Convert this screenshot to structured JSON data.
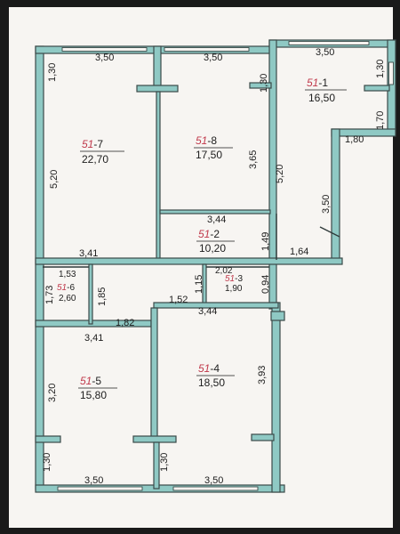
{
  "rooms": [
    {
      "id": "51",
      "num": "-7",
      "area": "22,70"
    },
    {
      "id": "51",
      "num": "-8",
      "area": "17,50"
    },
    {
      "id": "51",
      "num": "-1",
      "area": "16,50"
    },
    {
      "id": "51",
      "num": "-2",
      "area": "10,20"
    },
    {
      "id": "51",
      "num": "-3",
      "area": "1,90"
    },
    {
      "id": "51",
      "num": "-6",
      "area": "2,60"
    },
    {
      "id": "51",
      "num": "-5",
      "area": "15,80"
    },
    {
      "id": "51",
      "num": "-4",
      "area": "18,50"
    }
  ],
  "dimensions": {
    "top_left": "3,50",
    "top_mid": "3,50",
    "top_right": "3,50",
    "left_wall_top": "1,30",
    "mid_wall_top": "1,30",
    "right_wall_top": "1,30",
    "right_notch_vertical": "1,70",
    "right_notch_horizontal": "1,80",
    "room7_height": "5,20",
    "room8_height": "3,65",
    "room1_height": "5,20",
    "room1_lower": "3,50",
    "room7_bottom": "3,41",
    "room2_top": "3,44",
    "room2_height": "1,49",
    "corridor_right": "1,64",
    "room6_top": "1,53",
    "room6_left": "1,73",
    "room6_right": "1,85",
    "room3_top": "2,02",
    "room3_left": "1,15",
    "room3_right": "0,94",
    "hall_top": "1,52",
    "room4_top": "3,44",
    "hall_bottom": "1,82",
    "room5_top": "3,41",
    "room5_height": "3,20",
    "room4_height": "3,93",
    "left_wall_bottom": "1,30",
    "mid_wall_bottom": "1,30",
    "bottom_left": "3,50",
    "bottom_right": "3,50"
  }
}
